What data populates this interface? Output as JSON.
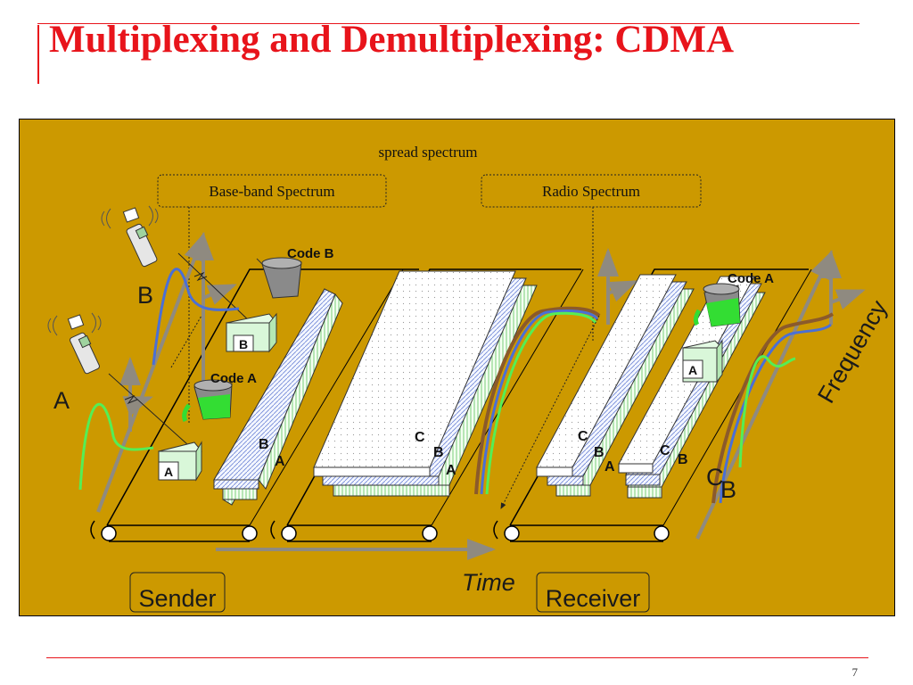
{
  "slide": {
    "title": "Multiplexing and Demultiplexing: CDMA",
    "page_number": "7"
  },
  "diagram": {
    "spread_spectrum_label": "spread spectrum",
    "baseband_label": "Base-band Spectrum",
    "radio_label": "Radio Spectrum",
    "code_b_label": "Code B",
    "code_a_sender_label": "Code A",
    "code_a_receiver_label": "Code A",
    "signal_b_label": "B",
    "signal_a_label": "A",
    "block_b_label": "B",
    "block_a_label": "A",
    "sender_strip": {
      "b": "B",
      "a": "A"
    },
    "channel_strip": {
      "c": "C",
      "b": "B",
      "a": "A"
    },
    "receiver_strip1": {
      "c": "C",
      "b": "B",
      "a": "A"
    },
    "receiver_strip2": {
      "c": "C",
      "b": "B"
    },
    "receiver_block_label": "A",
    "output_c_label": "C",
    "output_b_label": "B",
    "frequency_label": "Frequency",
    "time_label": "Time",
    "sender_label": "Sender",
    "receiver_label": "Receiver",
    "colors": {
      "background": "#cc9900",
      "axis": "#8f8a80",
      "signal_blue": "#4a6fd6",
      "signal_green": "#55ee55",
      "signal_brown": "#8b5a2b",
      "title_red": "#e8141b"
    }
  }
}
